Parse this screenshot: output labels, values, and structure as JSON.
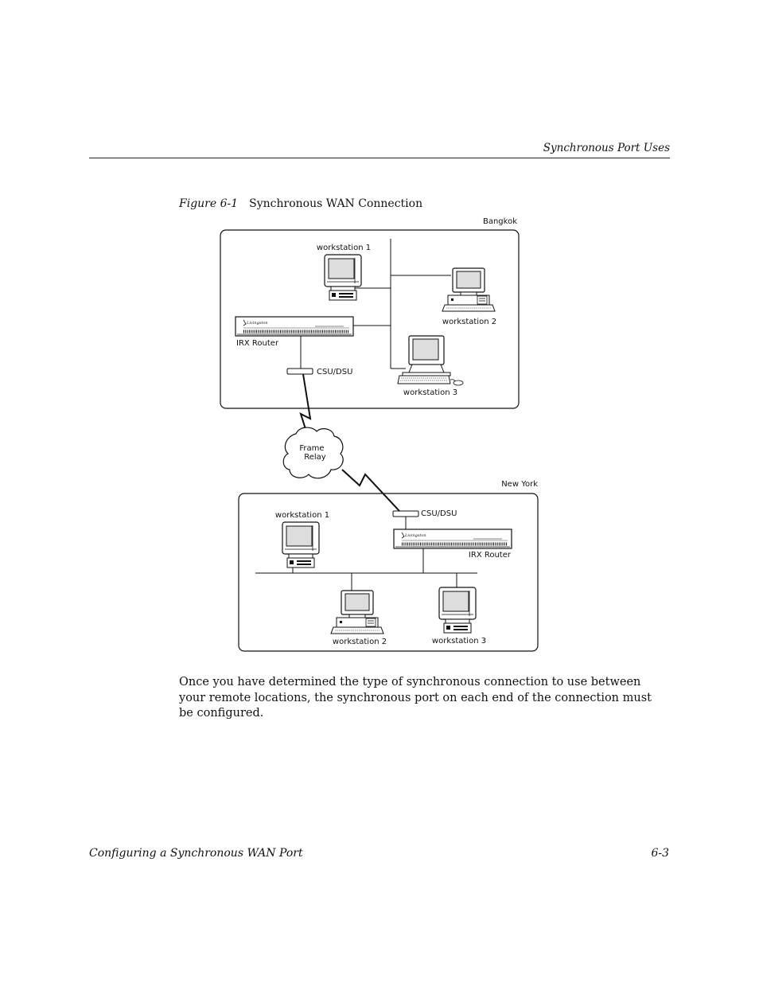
{
  "header": {
    "running_title": "Synchronous Port Uses"
  },
  "figure": {
    "number": "Figure 6-1",
    "title": "Synchronous WAN Connection",
    "bangkok": {
      "site_label": "Bangkok",
      "workstation1": "workstation 1",
      "workstation2": "workstation 2",
      "workstation3": "workstation 3",
      "router": "IRX Router",
      "csu": "CSU/DSU"
    },
    "cloud": {
      "line1": "Frame",
      "line2": "Relay"
    },
    "newyork": {
      "site_label": "New York",
      "workstation1": "workstation 1",
      "workstation2": "workstation 2",
      "workstation3": "workstation 3",
      "router": "IRX Router",
      "csu": "CSU/DSU"
    }
  },
  "body": {
    "paragraph": "Once you have determined the type of synchronous connection to use between your remote locations, the synchronous port on each end of the connection must be configured."
  },
  "footer": {
    "chapter_title": "Configuring a Synchronous WAN Port",
    "page_number": "6-3"
  }
}
